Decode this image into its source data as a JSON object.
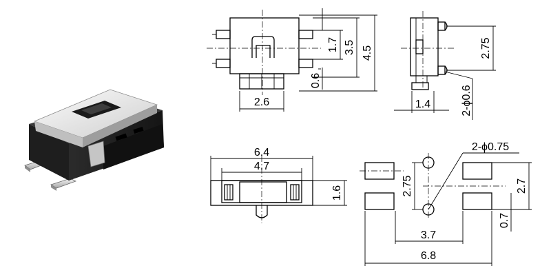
{
  "top_view": {
    "dims": {
      "width_b": "2.6",
      "h_a": "1.7",
      "h_b": "3.5",
      "h_c": "4.5",
      "h_d": "0.6"
    }
  },
  "side_view": {
    "dims": {
      "pitch": "2.75",
      "width": "1.4",
      "pin": "2-ϕ0.6"
    }
  },
  "front_view": {
    "dims": {
      "overall": "6.4",
      "inner": "4.7",
      "height": "1.6"
    }
  },
  "footprint": {
    "dims": {
      "holes": "2-ϕ0.75",
      "hole_pitch": "2.75",
      "pad_pitch": "2.7",
      "pad_h": "0.7",
      "hole_x": "3.7",
      "overall": "6.8"
    }
  }
}
